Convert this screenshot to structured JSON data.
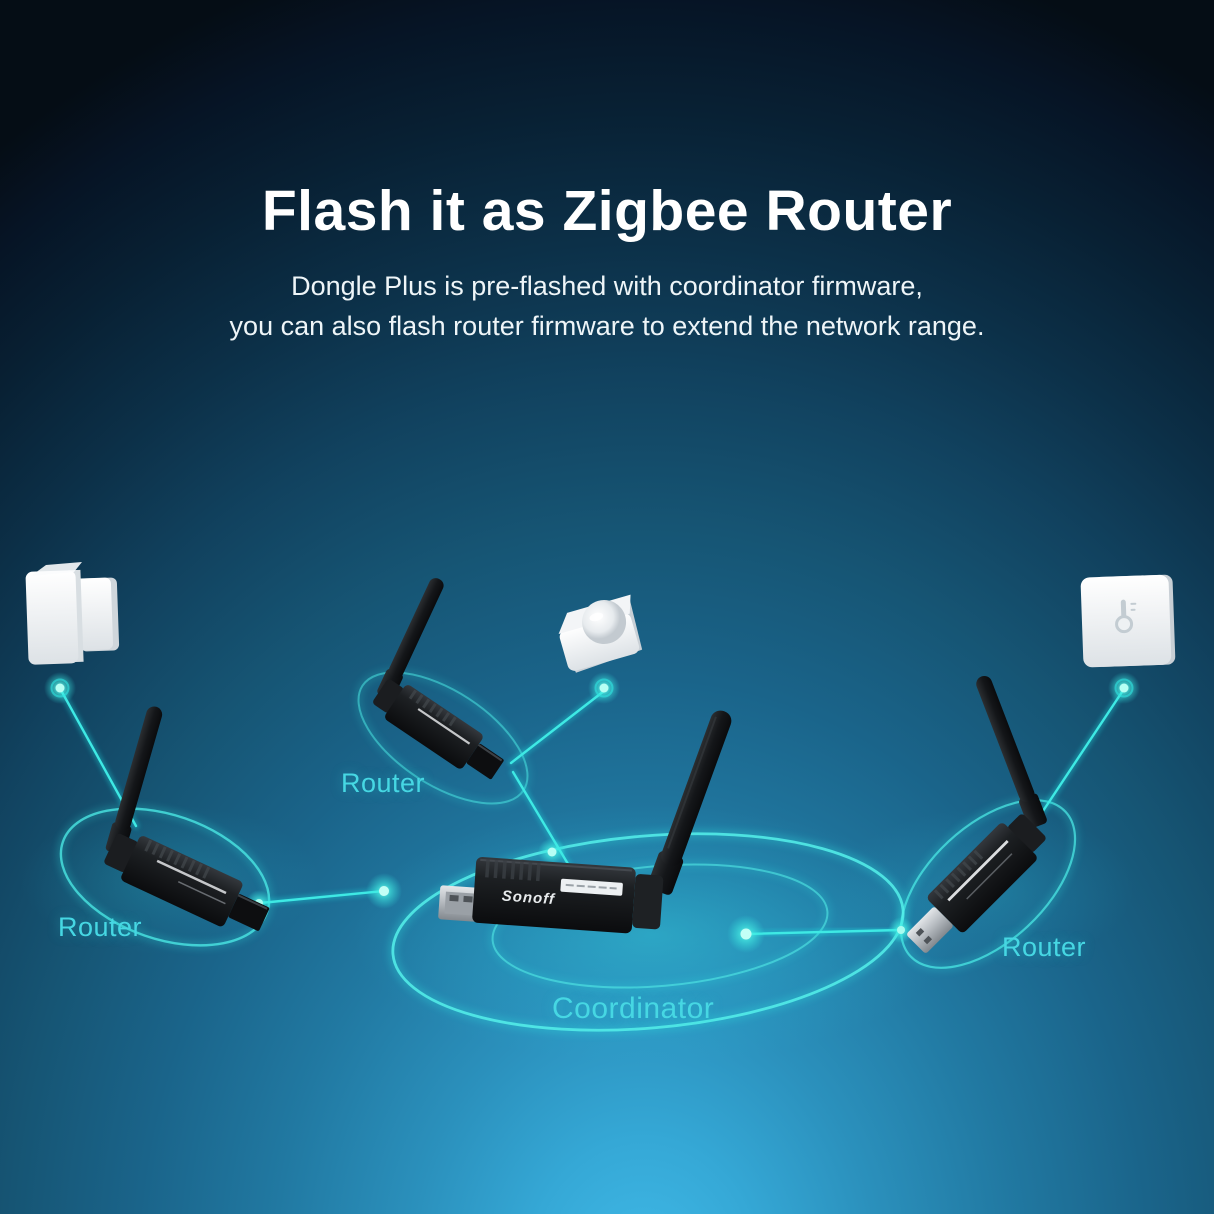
{
  "header": {
    "title": "Flash it as Zigbee Router",
    "subtitle_line1": "Dongle Plus is pre-flashed with coordinator firmware,",
    "subtitle_line2": "you can also flash router firmware to extend the network range."
  },
  "diagram": {
    "brand": "Sonoff",
    "labels": {
      "router_left": "Router",
      "router_top": "Router",
      "router_right": "Router",
      "coordinator": "Coordinator"
    },
    "colors": {
      "accent_line": "#2fe3e0",
      "label_text": "#46d7e3",
      "background_top": "#050d15",
      "background_bottom": "#40b9e7",
      "device_body": "#16181b",
      "sensor_white": "#f4f6f8"
    }
  }
}
